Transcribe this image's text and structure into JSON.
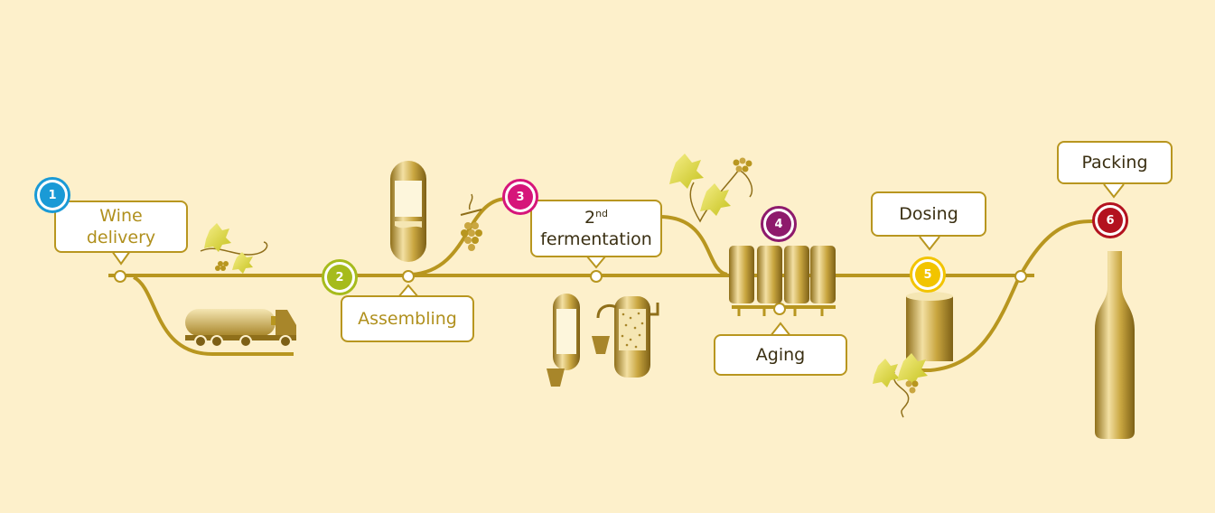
{
  "colors": {
    "background": "#fdf0cb",
    "track": "#b8961f",
    "step1": "#1a9ad6",
    "step2": "#a6bb1c",
    "step3": "#d6157a",
    "step4": "#8e1a6c",
    "step5": "#f2c400",
    "step6": "#b3121f"
  },
  "steps": [
    {
      "number": "1",
      "label_line1": "Wine",
      "label_line2": "delivery"
    },
    {
      "number": "2",
      "label": "Assembling"
    },
    {
      "number": "3",
      "label_sup": "2",
      "label_sup_suffix": "nd",
      "label_line2": "fermentation"
    },
    {
      "number": "4",
      "label": "Aging"
    },
    {
      "number": "5",
      "label": "Dosing"
    },
    {
      "number": "6",
      "label": "Packing"
    }
  ],
  "icons": [
    "tanker-truck-icon",
    "grape-vine-icon",
    "tank-icon",
    "grape-cluster-icon",
    "fermenter-icon",
    "aging-tanks-icon",
    "dosing-tank-icon",
    "bottle-icon"
  ]
}
